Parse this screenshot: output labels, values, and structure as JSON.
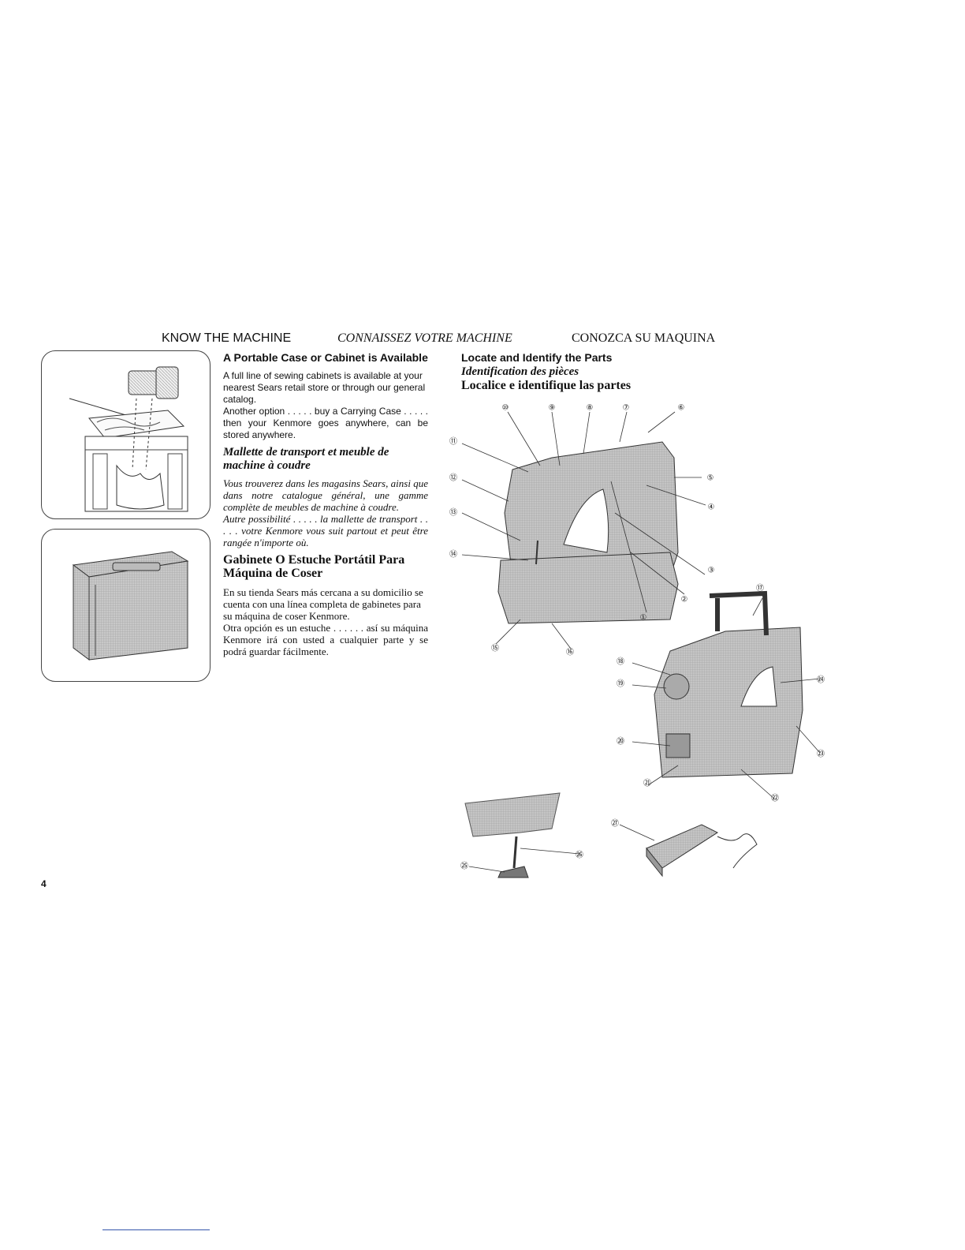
{
  "header": {
    "en": "KNOW THE MACHINE",
    "fr": "CONNAISSEZ VOTRE MACHINE",
    "es": "CONOZCA SU MAQUINA"
  },
  "case_section": {
    "en_title": "A Portable Case or Cabinet is Available",
    "en_body_1": "A full line of sewing cabinets is available at your nearest Sears retail store or through our general catalog.",
    "en_body_2": "Another option . . . . . buy a Carrying Case . . . . . then your Kenmore goes anywhere, can be stored anywhere.",
    "fr_title": "Mallette de transport et meuble de machine à coudre",
    "fr_body_1": "Vous trouverez dans les magasins Sears, ainsi que dans notre catalogue général, une gamme complète de meubles de machine à coudre.",
    "fr_body_2": "Autre possibilité . . . . . la mallette de transport . . . . . votre Kenmore vous suit partout et peut être rangée n'importe où.",
    "es_title": "Gabinete O Estuche Portátil Para Máquina de Coser",
    "es_body_1": "En su tienda Sears más cercana a su domicilio se cuenta con una línea completa de gabinetes para su máquina de coser Kenmore.",
    "es_body_2": "Otra opción es un estuche . . . . . . así su máquina Kenmore irá con usted a cualquier parte y se podrá guardar fácilmente."
  },
  "parts_section": {
    "en_title": "Locate and Identify the Parts",
    "fr_title": "Identification des pièces",
    "es_title": "Localice e identifique las partes",
    "callouts": [
      "①",
      "②",
      "③",
      "④",
      "⑤",
      "⑥",
      "⑦",
      "⑧",
      "⑨",
      "⑩",
      "⑪",
      "⑫",
      "⑬",
      "⑭",
      "⑮",
      "⑯",
      "⑰",
      "⑱",
      "⑲",
      "⑳",
      "㉑",
      "㉒",
      "㉓",
      "㉔",
      "㉕",
      "㉖",
      "㉗"
    ]
  },
  "page_number": "4"
}
